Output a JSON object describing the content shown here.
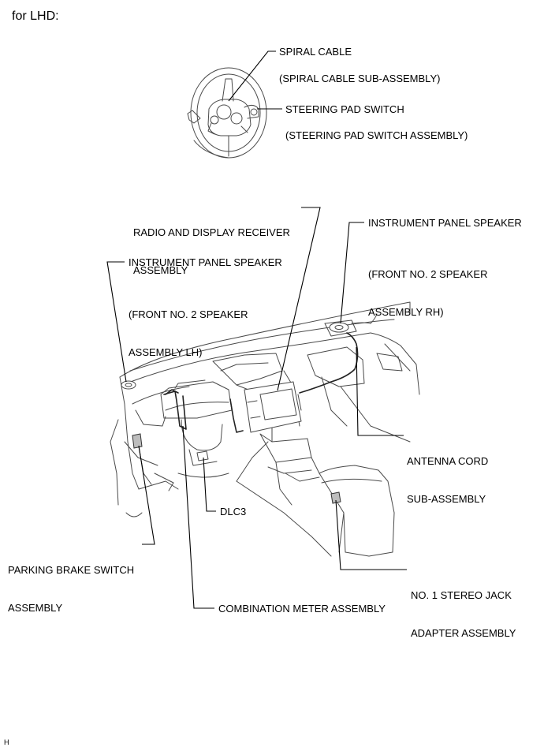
{
  "header": "for LHD:",
  "footer_code": "H",
  "labels": {
    "spiral_cable": "SPIRAL CABLE",
    "spiral_cable_sub": "(SPIRAL CABLE SUB-ASSEMBLY)",
    "steering_pad_switch": "STEERING PAD SWITCH",
    "steering_pad_switch_sub": "(STEERING PAD SWITCH ASSEMBLY)",
    "radio_line1": "RADIO AND DISPLAY RECEIVER",
    "radio_line2": "ASSEMBLY",
    "ip_speaker_rh": "INSTRUMENT PANEL SPEAKER",
    "ip_speaker_rh_sub1": "(FRONT NO. 2 SPEAKER",
    "ip_speaker_rh_sub2": "ASSEMBLY RH)",
    "ip_speaker_lh": "INSTRUMENT PANEL SPEAKER",
    "ip_speaker_lh_sub1": "(FRONT NO. 2 SPEAKER",
    "ip_speaker_lh_sub2": "ASSEMBLY LH)",
    "antenna_line1": "ANTENNA CORD",
    "antenna_line2": "SUB-ASSEMBLY",
    "dlc3": "DLC3",
    "parking_line1": "PARKING BRAKE SWITCH",
    "parking_line2": "ASSEMBLY",
    "stereo_line1": "NO. 1 STEREO JACK",
    "stereo_line2": "ADAPTER ASSEMBLY",
    "combination_meter": "COMBINATION METER ASSEMBLY"
  }
}
